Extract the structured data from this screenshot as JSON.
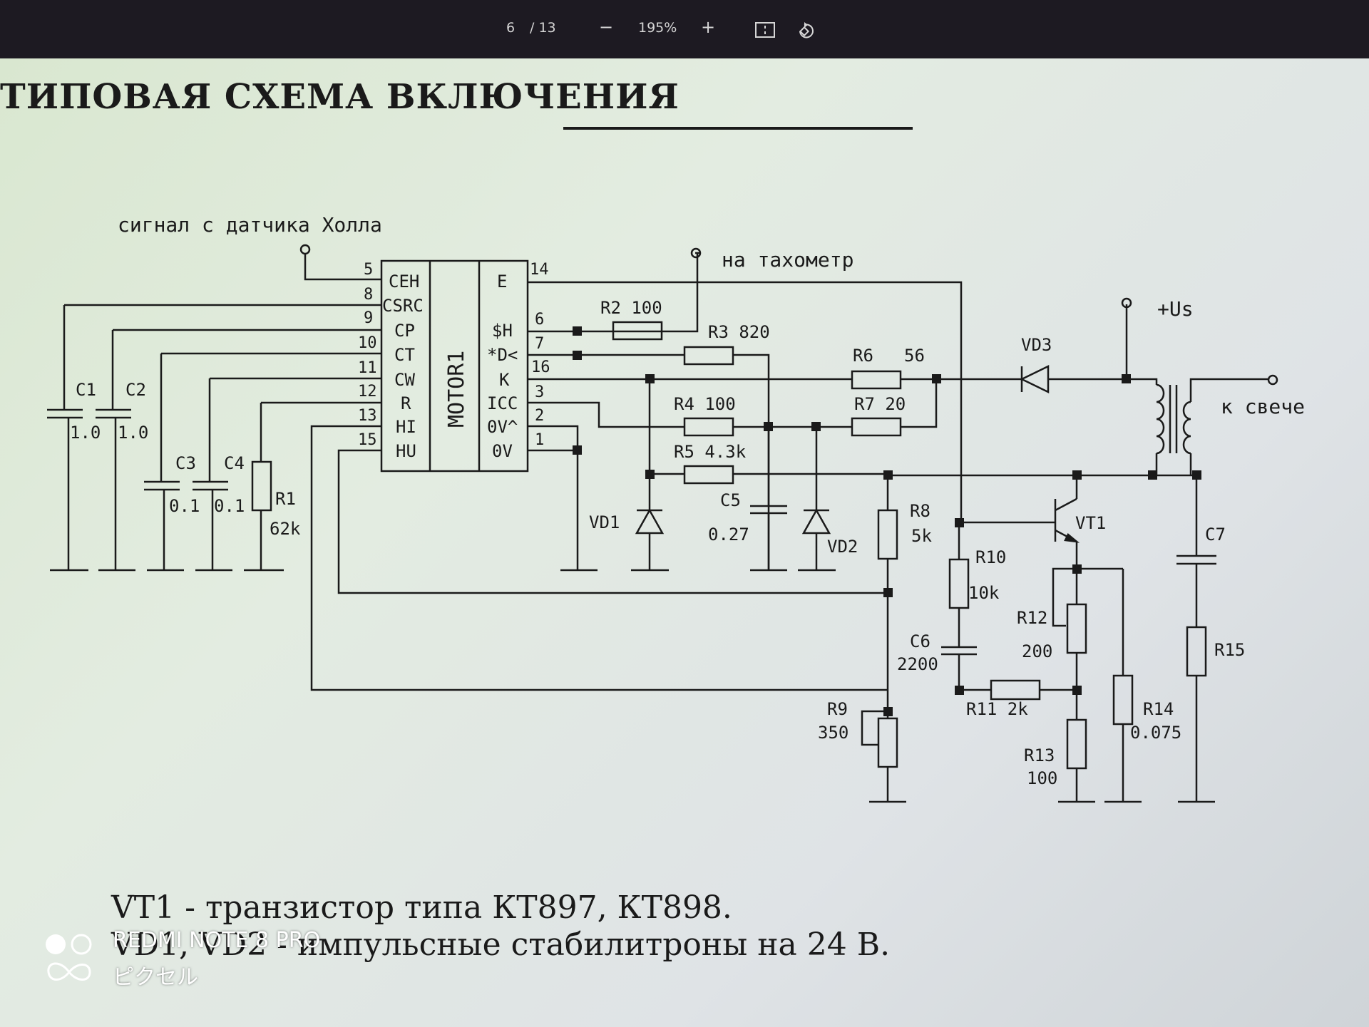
{
  "toolbar": {
    "page_current": "6",
    "page_total": "/ 13",
    "zoom_out": "−",
    "zoom_level": "195%",
    "zoom_in": "+",
    "fit_icon": "fit-page-icon",
    "rotate_icon": "rotate-icon"
  },
  "document": {
    "title": "ТИПОВАЯ СХЕМА ВКЛЮЧЕНИЯ",
    "notes": [
      "VT1 - транзистор типа КТ897, КТ898.",
      "VD1, VD2 - импульсные стабилитроны на 24 В."
    ]
  },
  "schematic": {
    "hall_signal": "сигнал с датчика Холла",
    "tachometer": "на тахометр",
    "supply": "+Us",
    "spark_plug": "к свече",
    "chip_name": "MOTOR1",
    "chip_pins_left": [
      {
        "num": "5",
        "name": "CEH"
      },
      {
        "num": "8",
        "name": "CSRC"
      },
      {
        "num": "9",
        "name": "CP"
      },
      {
        "num": "10",
        "name": "CT"
      },
      {
        "num": "11",
        "name": "CW"
      },
      {
        "num": "12",
        "name": "R"
      },
      {
        "num": "13",
        "name": "HI"
      },
      {
        "num": "15",
        "name": "HU"
      }
    ],
    "chip_pins_right": [
      {
        "num": "14",
        "name": "E"
      },
      {
        "num": "6",
        "name": "$H"
      },
      {
        "num": "7",
        "name": "*D<"
      },
      {
        "num": "16",
        "name": "K"
      },
      {
        "num": "3",
        "name": "ICC"
      },
      {
        "num": "2",
        "name": "0V^"
      },
      {
        "num": "1",
        "name": "0V"
      }
    ],
    "components": {
      "c1": "C1",
      "c1v": "1.0",
      "c2": "C2",
      "c2v": "1.0",
      "c3": "C3",
      "c3v": "0.1",
      "c4": "C4",
      "c4v": "0.1",
      "r1": "R1",
      "r1v": "62k",
      "r2": "R2  100",
      "r3": "R3  820",
      "r4": "R4  100",
      "r5": "R5  4.3k",
      "r6": "R6",
      "r6v": "56",
      "r7": "R7  20",
      "r8": "R8",
      "r8v": "5k",
      "r9": "R9",
      "r9v": "350",
      "r10": "R10",
      "r10v": "10k",
      "r11": "R11  2k",
      "r12": "R12",
      "r12v": "200",
      "r13": "R13",
      "r13v": "100",
      "r14": "R14",
      "r14v": "0.075",
      "r15": "R15",
      "c5": "C5",
      "c5v": "0.27",
      "c6": "C6",
      "c6v": "2200",
      "c7": "C7",
      "vd1": "VD1",
      "vd2": "VD2",
      "vd3": "VD3",
      "vt1": "VT1"
    }
  },
  "watermark": {
    "device": "REDMI NOTE 8 PRO",
    "sub": "ピクセル"
  }
}
